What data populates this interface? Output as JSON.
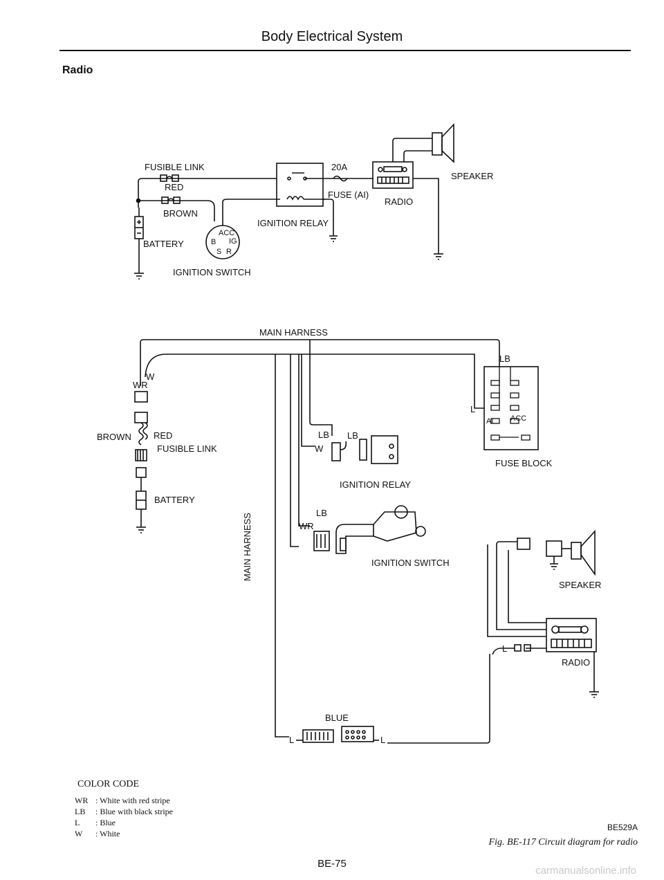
{
  "header": {
    "title": "Body Electrical System",
    "section": "Radio"
  },
  "schematic": {
    "fusible_link": "FUSIBLE LINK",
    "red": "RED",
    "brown": "BROWN",
    "battery": "BATTERY",
    "ignition_switch": "IGNITION SWITCH",
    "ignition_relay": "IGNITION RELAY",
    "fuse_rating": "20A",
    "fuse": "FUSE (AI)",
    "radio": "RADIO",
    "speaker": "SPEAKER",
    "sw_acc": "ACC",
    "sw_b": "B",
    "sw_ig": "IG",
    "sw_s": "S",
    "sw_r": "R"
  },
  "harness": {
    "main_harness_top": "MAIN HARNESS",
    "main_harness_side": "MAIN HARNESS",
    "lb_top": "LB",
    "w_top": "W",
    "wr_top": "WR",
    "brown": "BROWN",
    "red": "RED",
    "fusible_link": "FUSIBLE LINK",
    "battery": "BATTERY",
    "relay_lb1": "LB",
    "relay_lb2": "LB",
    "relay_w": "W",
    "ignition_relay": "IGNITION RELAY",
    "sw_lb": "LB",
    "sw_wr": "WR",
    "ignition_switch": "IGNITION SWITCH",
    "fuse_block_l": "L",
    "fuse_block_ai": "AI",
    "fuse_block_acc": "ACC",
    "fuse_block": "FUSE BLOCK",
    "speaker": "SPEAKER",
    "radio": "RADIO",
    "radio_l": "L",
    "blue": "BLUE",
    "blue_l1": "L",
    "blue_l2": "L"
  },
  "color_code": {
    "title": "COLOR CODE",
    "items": [
      {
        "code": "WR",
        "desc": ": White with red stripe"
      },
      {
        "code": "LB",
        "desc": ": Blue with black stripe"
      },
      {
        "code": "L",
        "desc": ": Blue"
      },
      {
        "code": "W",
        "desc": ": White"
      }
    ]
  },
  "figure": {
    "number": "BE529A",
    "caption": "Fig. BE-117  Circuit diagram for radio"
  },
  "page_number": "BE-75",
  "watermark": "carmanualsonline.info"
}
